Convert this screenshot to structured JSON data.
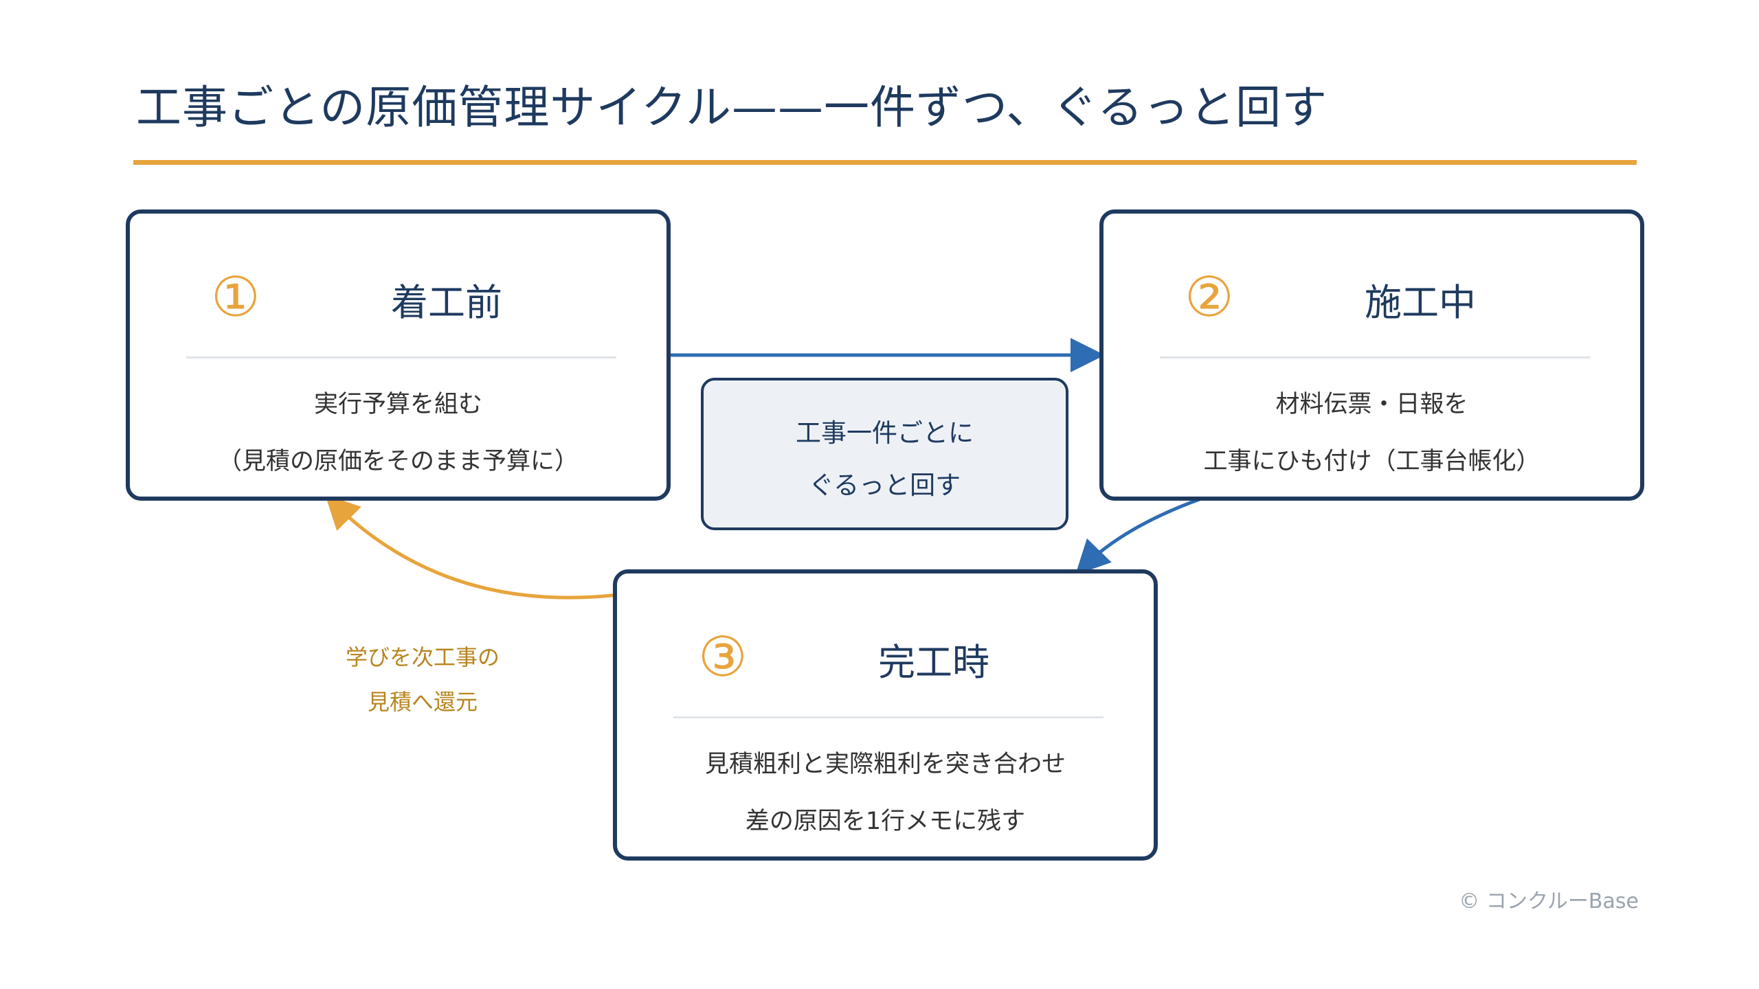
{
  "title": "工事ごとの原価管理サイクル——一件ずつ、ぐるっと回す",
  "stages": [
    {
      "number": "①",
      "heading": "着工前",
      "lines": [
        "実行予算を組む",
        "（見積の原価をそのまま予算に）"
      ]
    },
    {
      "number": "②",
      "heading": "施工中",
      "lines": [
        "材料伝票・日報を",
        "工事にひも付け（工事台帳化）"
      ]
    },
    {
      "number": "③",
      "heading": "完工時",
      "lines": [
        "見積粗利と実際粗利を突き合わせ",
        "差の原因を1行メモに残す"
      ]
    }
  ],
  "center": {
    "lines": [
      "工事一件ごとに",
      "ぐるっと回す"
    ]
  },
  "feedback": {
    "lines": [
      "学びを次工事の",
      "見積へ還元"
    ]
  },
  "copyright": "© コンクルーBase",
  "colors": {
    "navy": "#1f3a5f",
    "accent": "#e8a43c",
    "arrow_blue": "#2e6db4",
    "feedback_text": "#b7851f"
  }
}
